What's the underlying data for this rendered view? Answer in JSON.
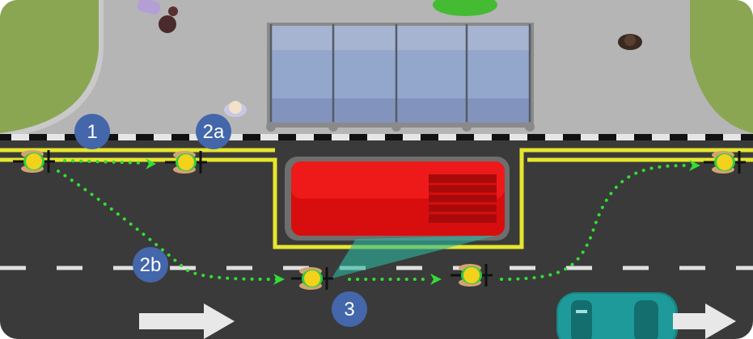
{
  "markers": [
    {
      "id": "m1",
      "label": "1"
    },
    {
      "id": "m2a",
      "label": "2a"
    },
    {
      "id": "m2b",
      "label": "2b"
    },
    {
      "id": "m3",
      "label": "3"
    }
  ],
  "colors": {
    "grass": "#8aa653",
    "sidewalk": "#b3b3b3",
    "road": "#3a3a3a",
    "bus_lane_line": "#e6e62e",
    "bus_body": "#d80e0e",
    "shelter_glass": "#93a6cc",
    "path_dots": "#33dd33",
    "marker_fill": "#4466aa",
    "car": "#1f9a9a",
    "arrow": "#e8e8e8"
  },
  "icons": [
    "cyclist-icon",
    "pedestrian-icon",
    "bus-icon",
    "car-icon",
    "direction-arrow-icon"
  ]
}
